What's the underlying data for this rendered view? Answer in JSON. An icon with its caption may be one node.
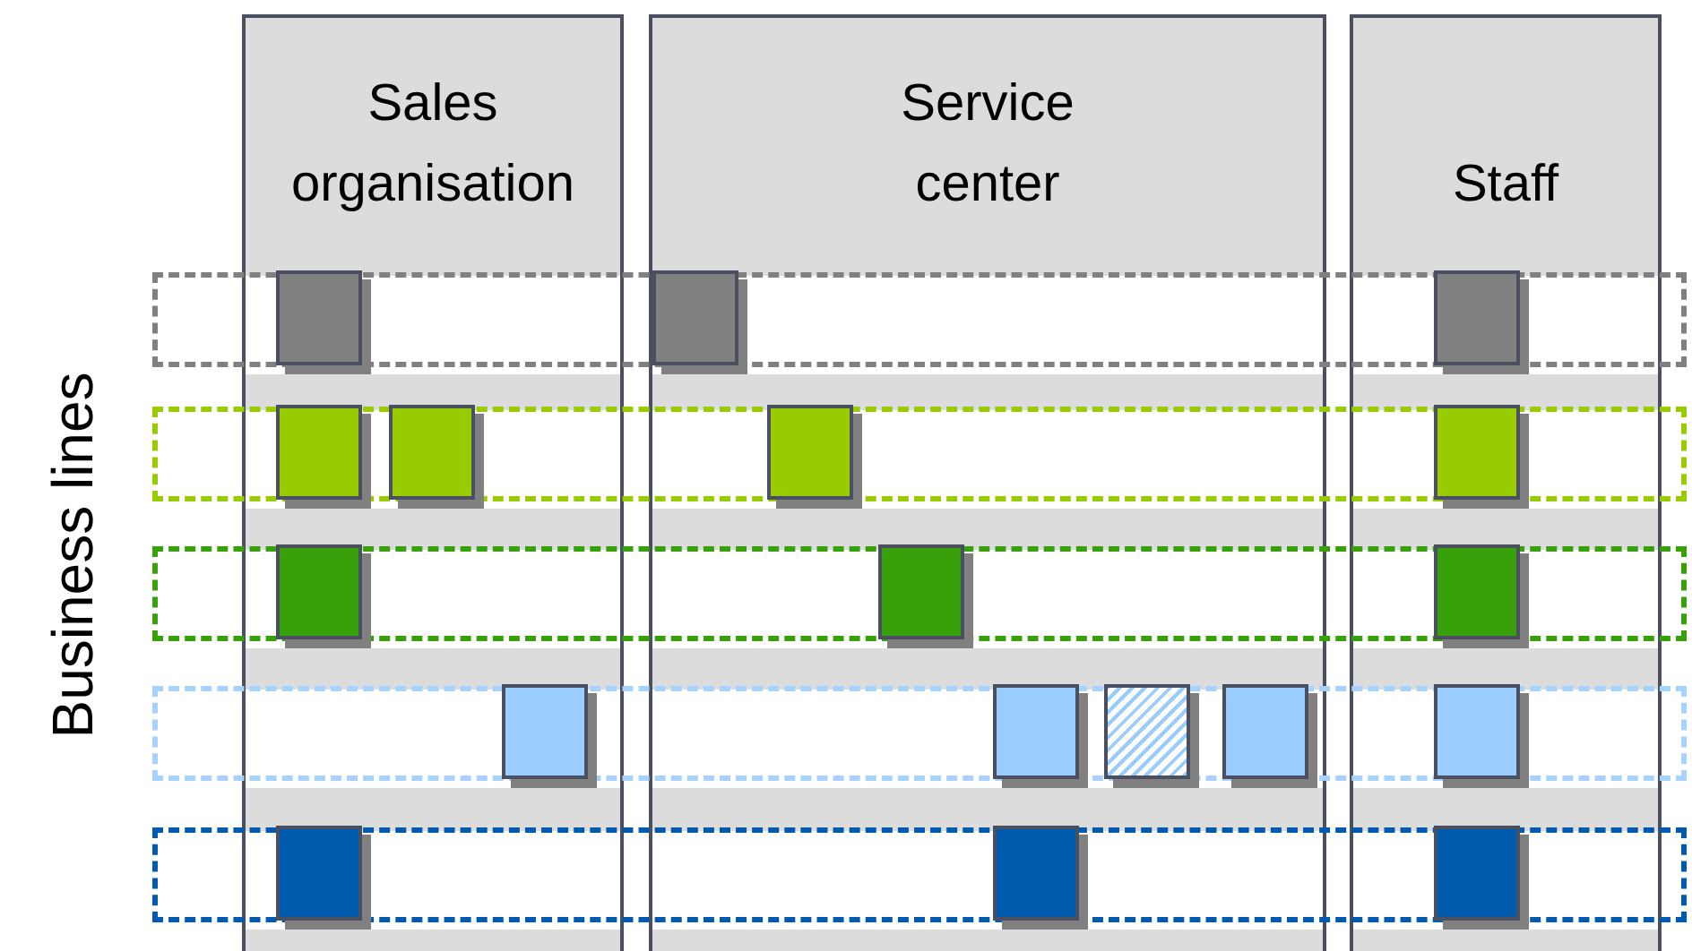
{
  "diagram": {
    "nodes": [
      {
        "text": [
          "Sales organisation"
        ]
      },
      {
        "text": [
          "Service center"
        ]
      },
      {
        "text": [
          "Staff"
        ]
      },
      {
        "text": [],
        "shape": "box"
      },
      {
        "text": [],
        "shape": "box",
        "in": 0
      },
      {
        "text": [],
        "shape": "box",
        "in": 1
      },
      {
        "text": [],
        "shape": "box",
        "in": 2
      },
      {
        "text": [],
        "shape": "box"
      },
      {
        "text": [],
        "shape": "box",
        "in": 0
      },
      {
        "text": [],
        "shape": "box",
        "in": 0
      },
      {
        "text": [],
        "shape": "box",
        "in": 1
      },
      {
        "text": [],
        "shape": "box",
        "in": 2
      },
      {
        "text": [],
        "shape": "box"
      },
      {
        "text": [],
        "shape": "box",
        "in": 0
      },
      {
        "text": [],
        "shape": "box",
        "in": 1
      },
      {
        "text": [],
        "shape": "box",
        "in": 2
      },
      {
        "text": [],
        "shape": "box"
      },
      {
        "text": [],
        "shape": "box",
        "in": 0
      },
      {
        "text": [],
        "shape": "box",
        "in": 1
      },
      {
        "text": [],
        "shape": "box",
        "in": 1
      },
      {
        "text": [],
        "shape": "box",
        "in": 1
      },
      {
        "text": [],
        "shape": "box",
        "in": 2
      },
      {
        "text": [],
        "shape": "box"
      },
      {
        "text": [],
        "shape": "box",
        "in": 0
      },
      {
        "text": [],
        "shape": "box",
        "in": 1
      },
      {
        "text": [],
        "shape": "box",
        "in": 2
      }
    ],
    "labels": [
      "Business lines"
    ]
  }
}
